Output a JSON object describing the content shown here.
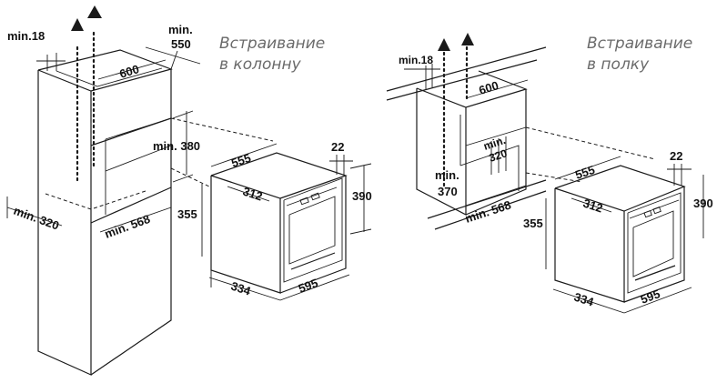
{
  "titles": {
    "left": [
      "Встраивание",
      "в колонну"
    ],
    "right": [
      "Встраивание",
      "в полку"
    ]
  },
  "left": {
    "min18": "min.18",
    "min550_a": "min.",
    "min550_b": "550",
    "w600": "600",
    "min380": "min. 380",
    "min320": "min. 320",
    "min568": "min. 568",
    "d555": "555",
    "d22": "22",
    "d312": "312",
    "d390": "390",
    "d355": "355",
    "d334": "334",
    "d595": "595"
  },
  "right": {
    "min18": "min.18",
    "w600": "600",
    "min320_a": "min.",
    "min320_b": "320",
    "min370_a": "min.",
    "min370_b": "370",
    "min568": "min. 568",
    "d555": "555",
    "d22": "22",
    "d312": "312",
    "d390": "390",
    "d355": "355",
    "d334": "334",
    "d595": "595"
  }
}
